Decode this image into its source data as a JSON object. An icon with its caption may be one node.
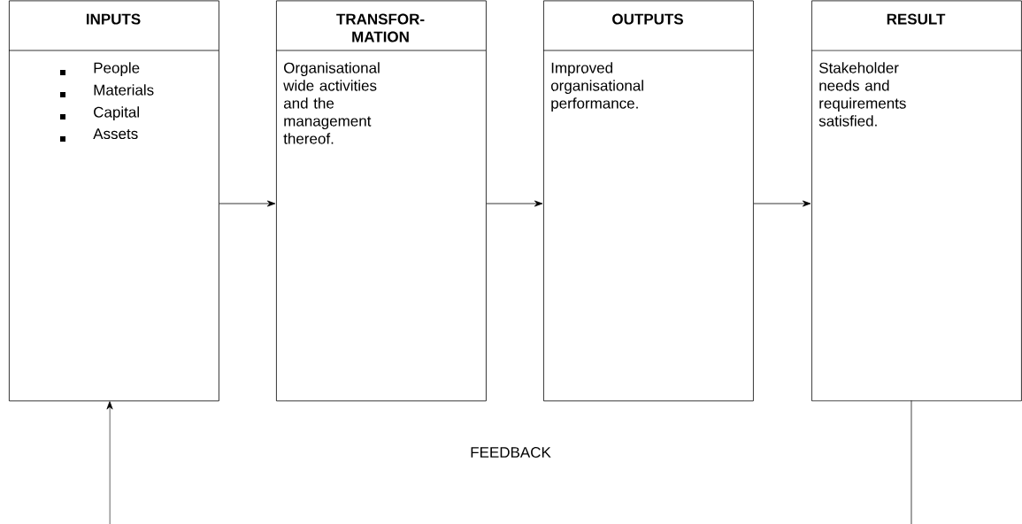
{
  "diagram": {
    "nodes": [
      {
        "text": [
          "INPUTS",
          "People",
          "Materials",
          "Capital",
          "Assets"
        ]
      },
      {
        "text": [
          "TRANSFOR-MATION",
          "Organisational wide activities and the management thereof."
        ]
      },
      {
        "text": [
          "OUTPUTS",
          "Improved organisational performance."
        ]
      },
      {
        "text": [
          "RESULT",
          "Stakeholder needs and requirements satisfied."
        ]
      }
    ],
    "edges": [
      {
        "from": 0,
        "to": 1,
        "arrow": "to"
      },
      {
        "from": 1,
        "to": 2,
        "arrow": "to"
      },
      {
        "from": 2,
        "to": 3,
        "arrow": "to"
      },
      {
        "from": 3,
        "to": 0,
        "arrow": "to"
      }
    ],
    "labels": [
      "FEEDBACK"
    ]
  }
}
